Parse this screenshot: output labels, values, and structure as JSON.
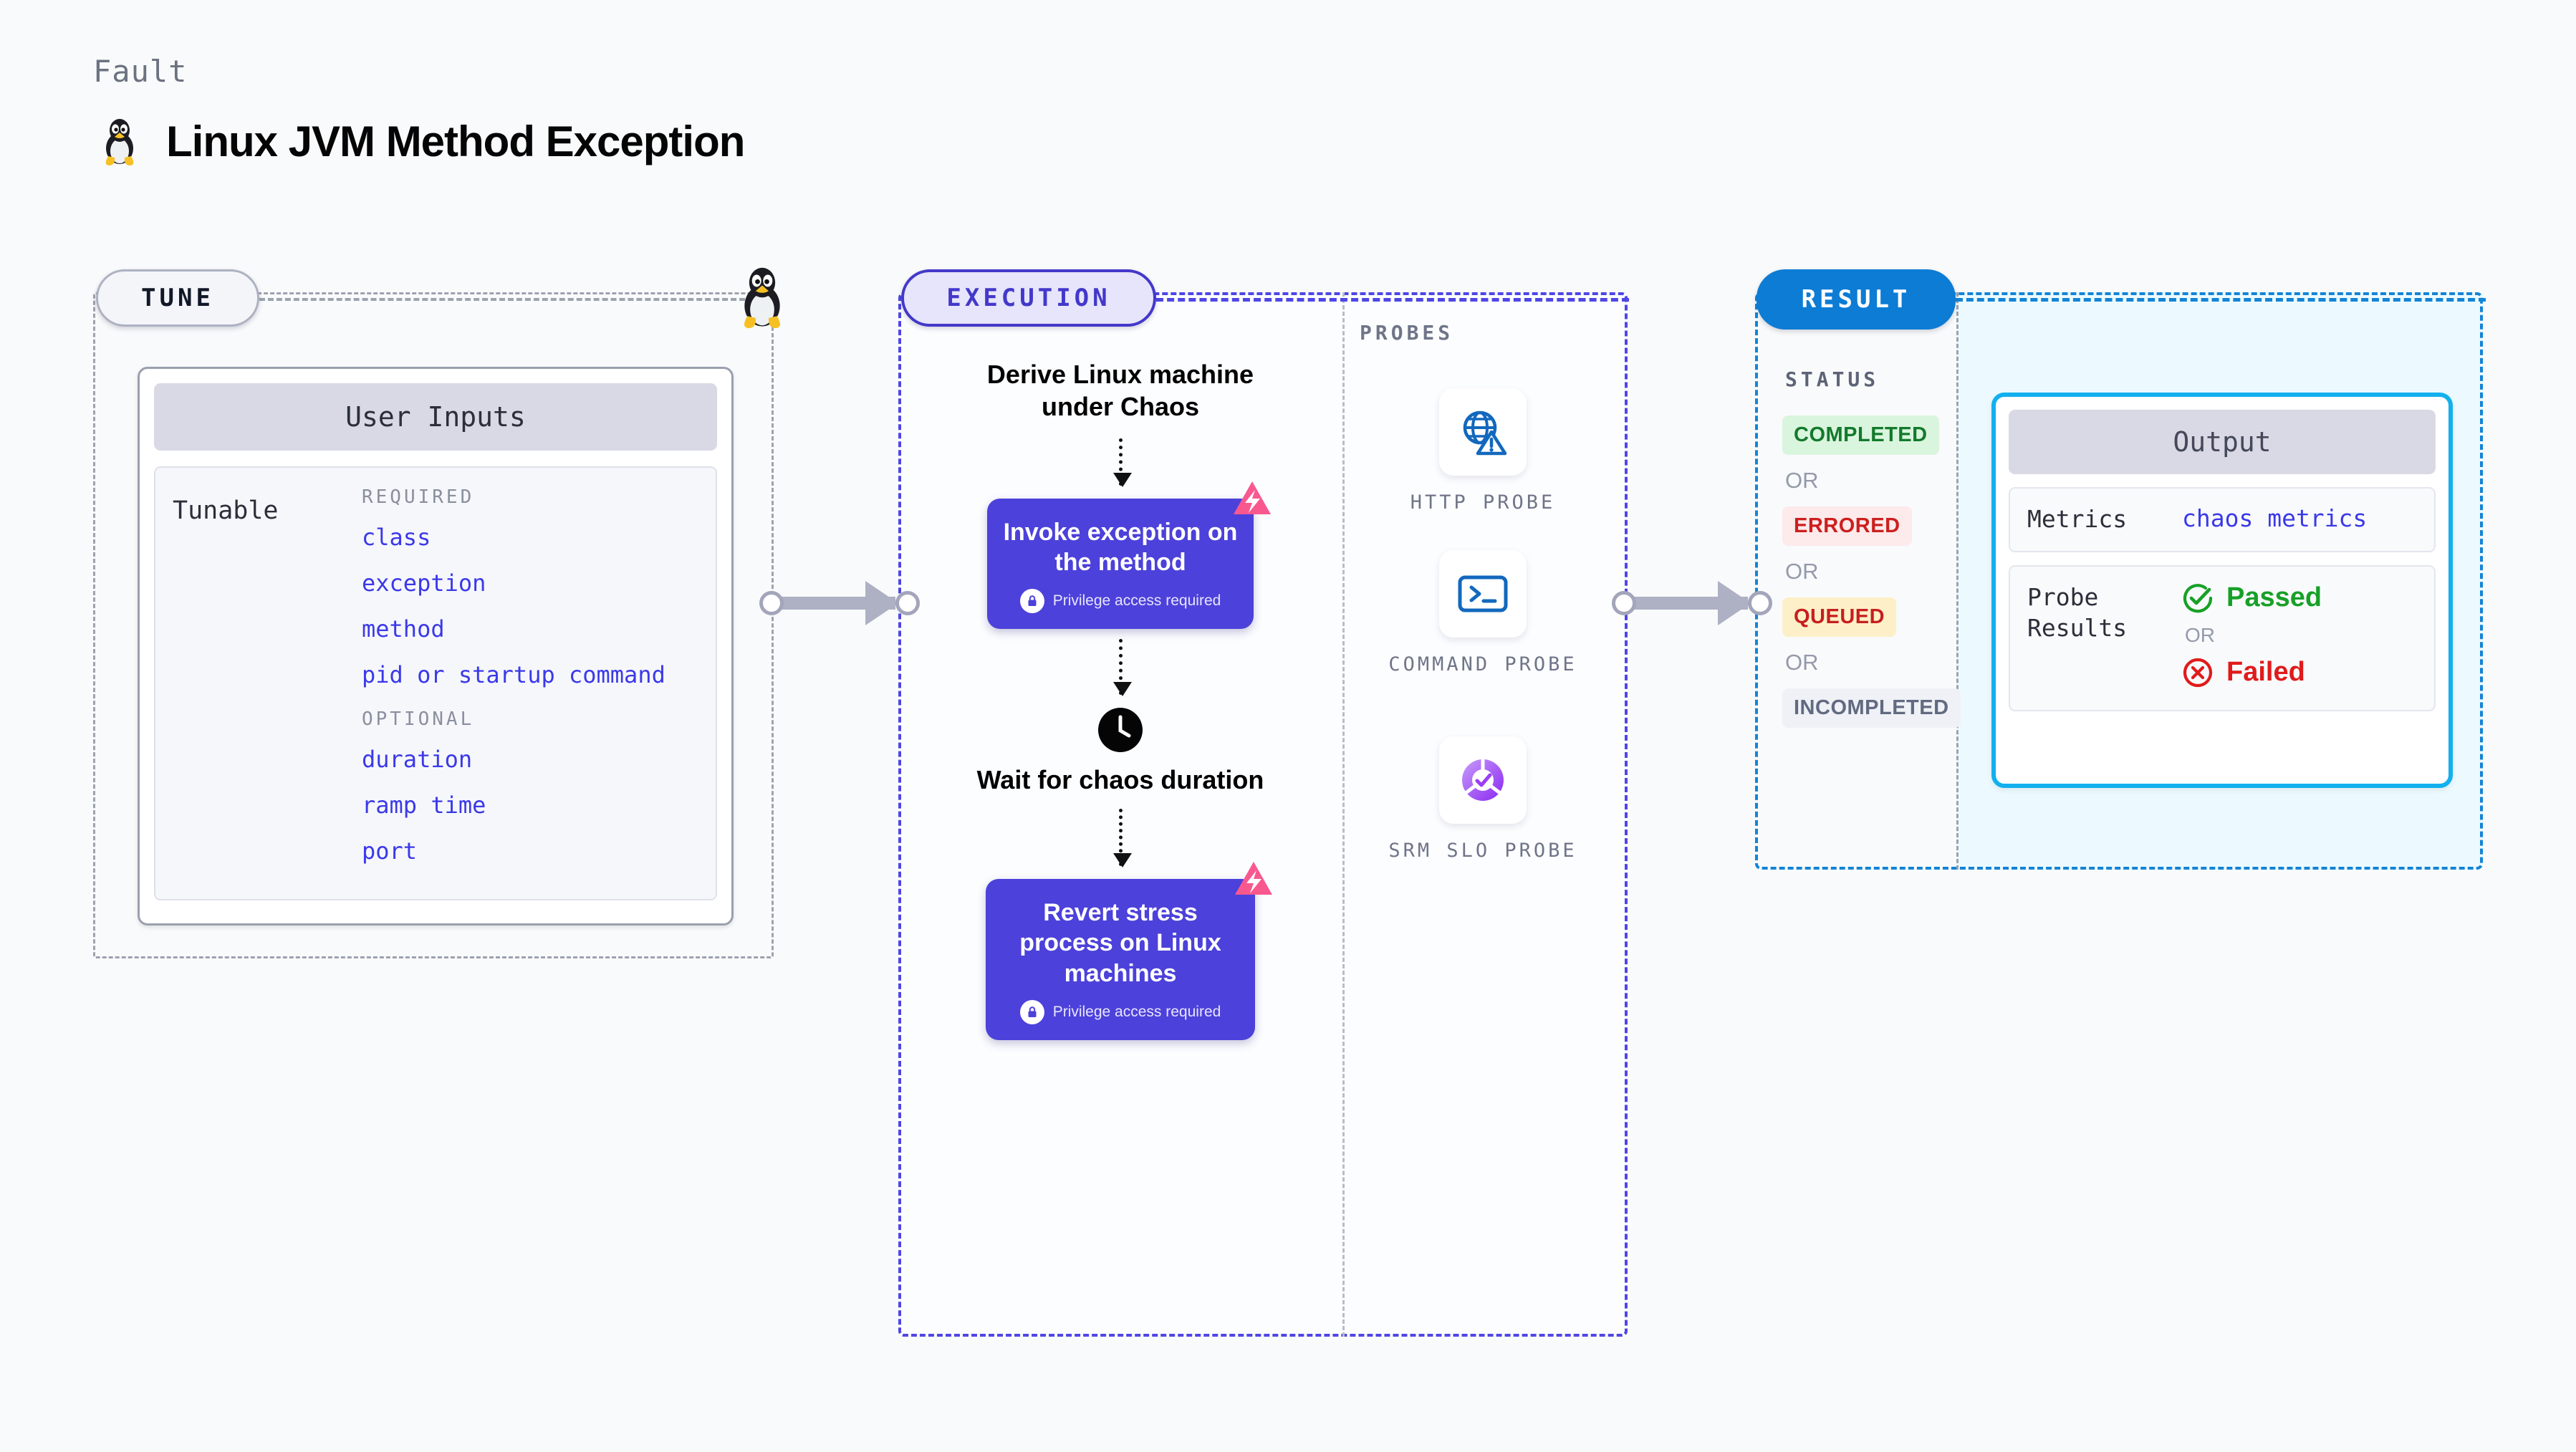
{
  "header": {
    "eyebrow": "Fault",
    "title": "Linux JVM Method Exception",
    "icon": "linux-tux-icon"
  },
  "tune": {
    "pill_label": "TUNE",
    "card_title": "User Inputs",
    "tunable_label": "Tunable",
    "required_label": "REQUIRED",
    "optional_label": "OPTIONAL",
    "required": [
      "class",
      "exception",
      "method",
      "pid or startup command"
    ],
    "optional": [
      "duration",
      "ramp time",
      "port"
    ]
  },
  "execution": {
    "pill_label": "EXECUTION",
    "derive_step": "Derive Linux machine under Chaos",
    "invoke_step": "Invoke exception on the method",
    "invoke_privilege": "Privilege access required",
    "wait_step": "Wait for chaos duration",
    "revert_step": "Revert stress process on Linux machines",
    "revert_privilege": "Privilege access required"
  },
  "probes": {
    "section_label": "PROBES",
    "items": [
      {
        "name": "HTTP PROBE",
        "icon": "globe-warning-icon"
      },
      {
        "name": "COMMAND PROBE",
        "icon": "terminal-icon"
      },
      {
        "name": "SRM SLO PROBE",
        "icon": "slo-check-icon"
      }
    ]
  },
  "result": {
    "pill_label": "RESULT",
    "status_label": "STATUS",
    "or_label": "OR",
    "statuses": [
      {
        "label": "COMPLETED",
        "tone": "green"
      },
      {
        "label": "ERRORED",
        "tone": "red"
      },
      {
        "label": "QUEUED",
        "tone": "amber"
      },
      {
        "label": "INCOMPLETED",
        "tone": "grey"
      }
    ],
    "output": {
      "title": "Output",
      "metrics_key": "Metrics",
      "metrics_value": "chaos metrics",
      "probe_results_key": "Probe Results",
      "passed_label": "Passed",
      "failed_label": "Failed",
      "or_label": "OR"
    }
  },
  "colors": {
    "indigo": "#4c41da",
    "indigo_border": "#4338ca",
    "lavender_fill": "#e6e5fb",
    "blue": "#0c7cd5",
    "cyan": "#12b0ee",
    "cyan_fill": "#ecfaff",
    "pink": "#f9588f",
    "green": "#17a027",
    "red": "#e01b1b",
    "grey": "#9ca3af",
    "tunable_text": "#3b39e8"
  }
}
